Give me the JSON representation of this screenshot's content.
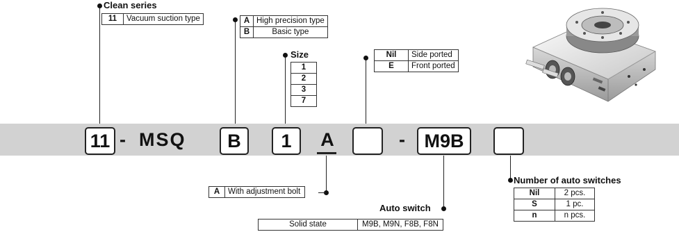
{
  "clean_series": {
    "label": "Clean series",
    "rows": [
      {
        "code": "11",
        "desc": "Vacuum suction type"
      }
    ]
  },
  "precision": {
    "rows": [
      {
        "code": "A",
        "desc": "High precision type"
      },
      {
        "code": "B",
        "desc": "Basic type"
      }
    ]
  },
  "size": {
    "label": "Size",
    "rows": [
      "1",
      "2",
      "3",
      "7"
    ]
  },
  "porting": {
    "rows": [
      {
        "code": "Nil",
        "desc": "Side ported"
      },
      {
        "code": "E",
        "desc": "Front ported"
      }
    ]
  },
  "part_number": {
    "clean": "11",
    "sep1": "-",
    "series": "MSQ",
    "type": "B",
    "size": "1",
    "adjust": "A",
    "porting": "",
    "sep2": "-",
    "switch": "M9B",
    "switch_qty": ""
  },
  "adjustment": {
    "rows": [
      {
        "code": "A",
        "desc": "With adjustment bolt"
      }
    ]
  },
  "auto_switch": {
    "label": "Auto switch",
    "rows": [
      {
        "kind": "Solid state",
        "models": "M9B, M9N, F8B, F8N"
      }
    ]
  },
  "switch_count": {
    "label": "Number of auto switches",
    "rows": [
      {
        "code": "Nil",
        "desc": "2 pcs."
      },
      {
        "code": "S",
        "desc": "1 pc."
      },
      {
        "code": "n",
        "desc": "n pcs."
      }
    ]
  },
  "product_image": {
    "icon": "rotary-table-actuator"
  }
}
